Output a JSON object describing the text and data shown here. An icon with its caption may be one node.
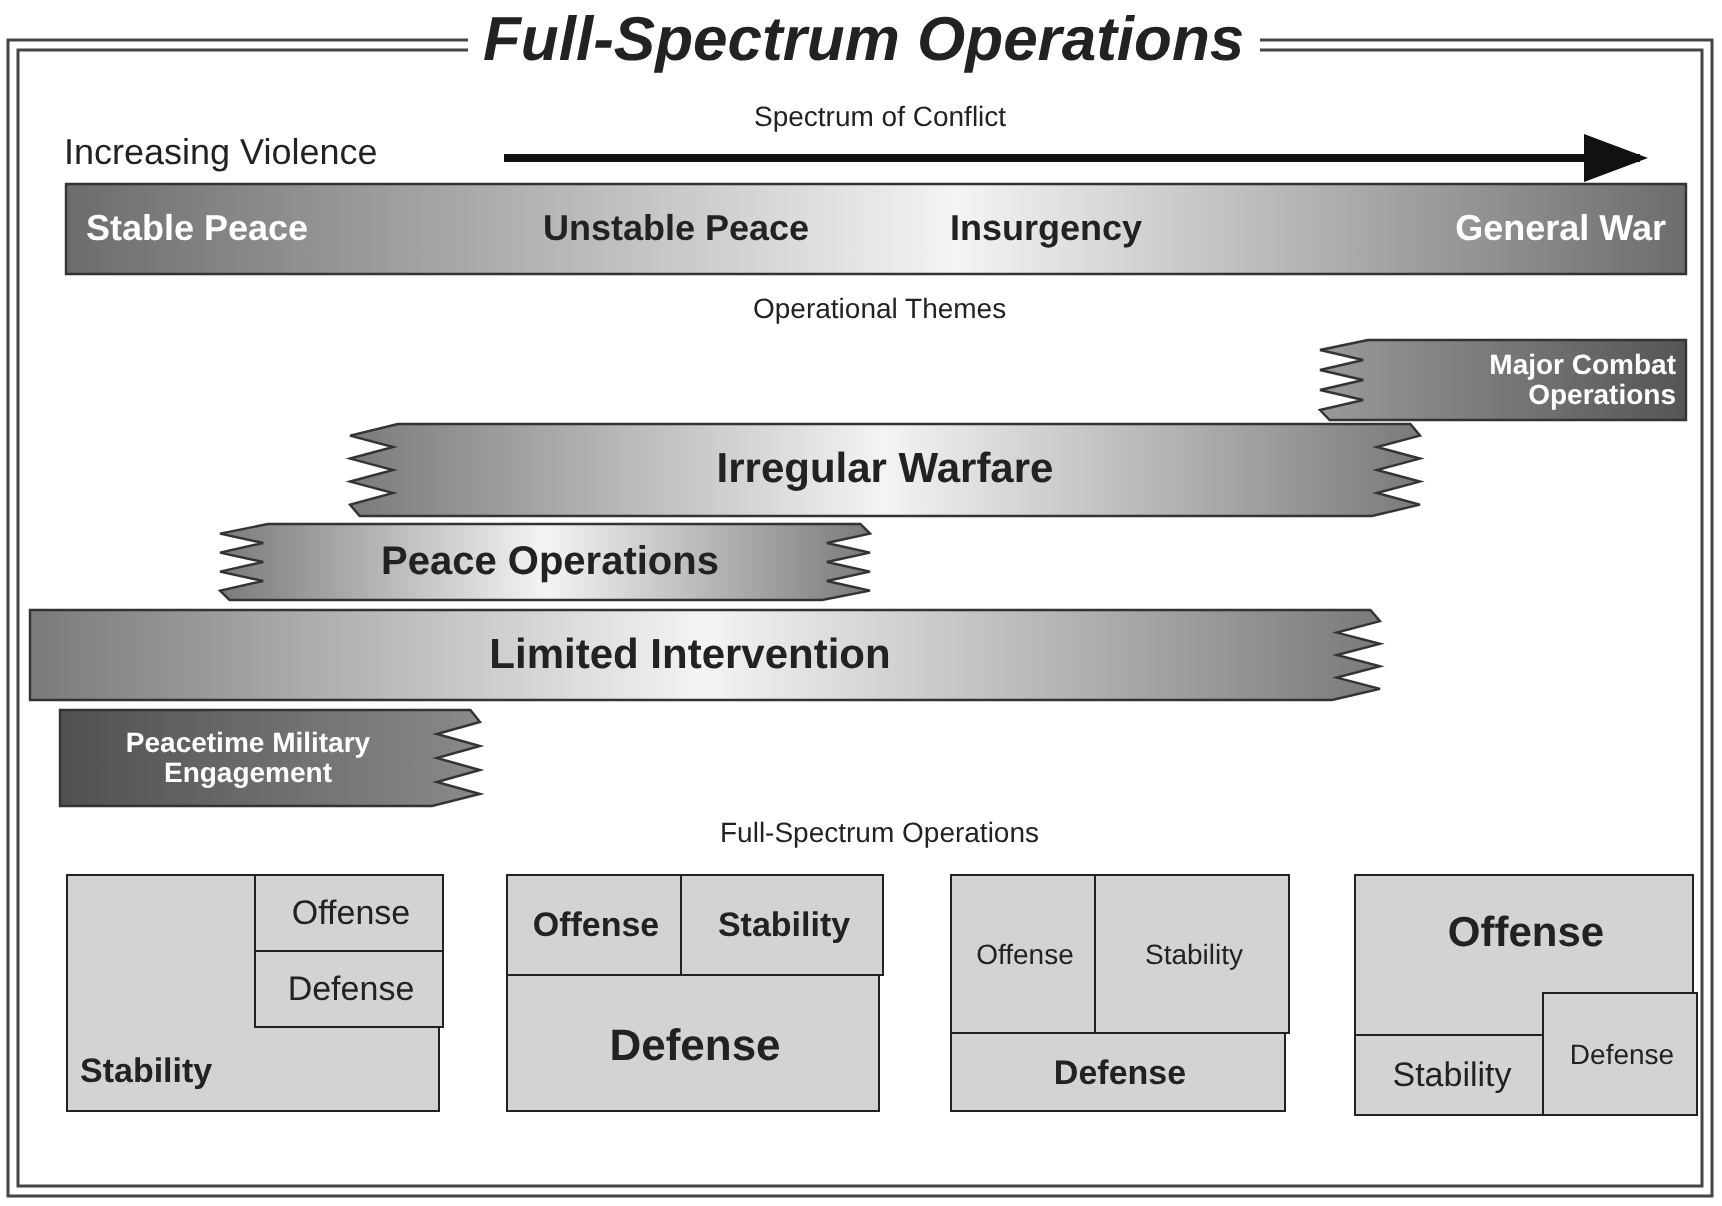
{
  "diagram": {
    "title": "Full-Spectrum Operations",
    "nodes": [
      {
        "text": [
          "Stable Peace",
          "Unstable Peace",
          "Insurgency",
          "General War"
        ]
      },
      {
        "text": [
          "Major Combat Operations"
        ]
      },
      {
        "text": [
          "Irregular Warfare"
        ]
      },
      {
        "text": [
          "Peace Operations"
        ]
      },
      {
        "text": [
          "Limited Intervention"
        ]
      },
      {
        "text": [
          "Peacetime Military Engagement"
        ]
      },
      {
        "text": [
          "Stability"
        ]
      },
      {
        "text": [
          "Offense"
        ],
        "in": 6
      },
      {
        "text": [
          "Defense"
        ],
        "in": 6
      },
      {
        "text": [
          "Defense"
        ]
      },
      {
        "text": [
          "Offense"
        ],
        "in": 9
      },
      {
        "text": [
          "Stability"
        ],
        "in": 9
      },
      {
        "text": [
          "Defense"
        ]
      },
      {
        "text": [
          "Offense"
        ],
        "in": 12
      },
      {
        "text": [
          "Stability"
        ],
        "in": 12
      },
      {
        "text": [
          "Offense"
        ]
      },
      {
        "text": [
          "Stability"
        ],
        "in": 15
      },
      {
        "text": [
          "Defense"
        ],
        "in": 15
      }
    ],
    "labels": [
      "Spectrum of Conflict",
      "Increasing Violence",
      "Operational Themes",
      "Full-Spectrum Operations"
    ]
  }
}
